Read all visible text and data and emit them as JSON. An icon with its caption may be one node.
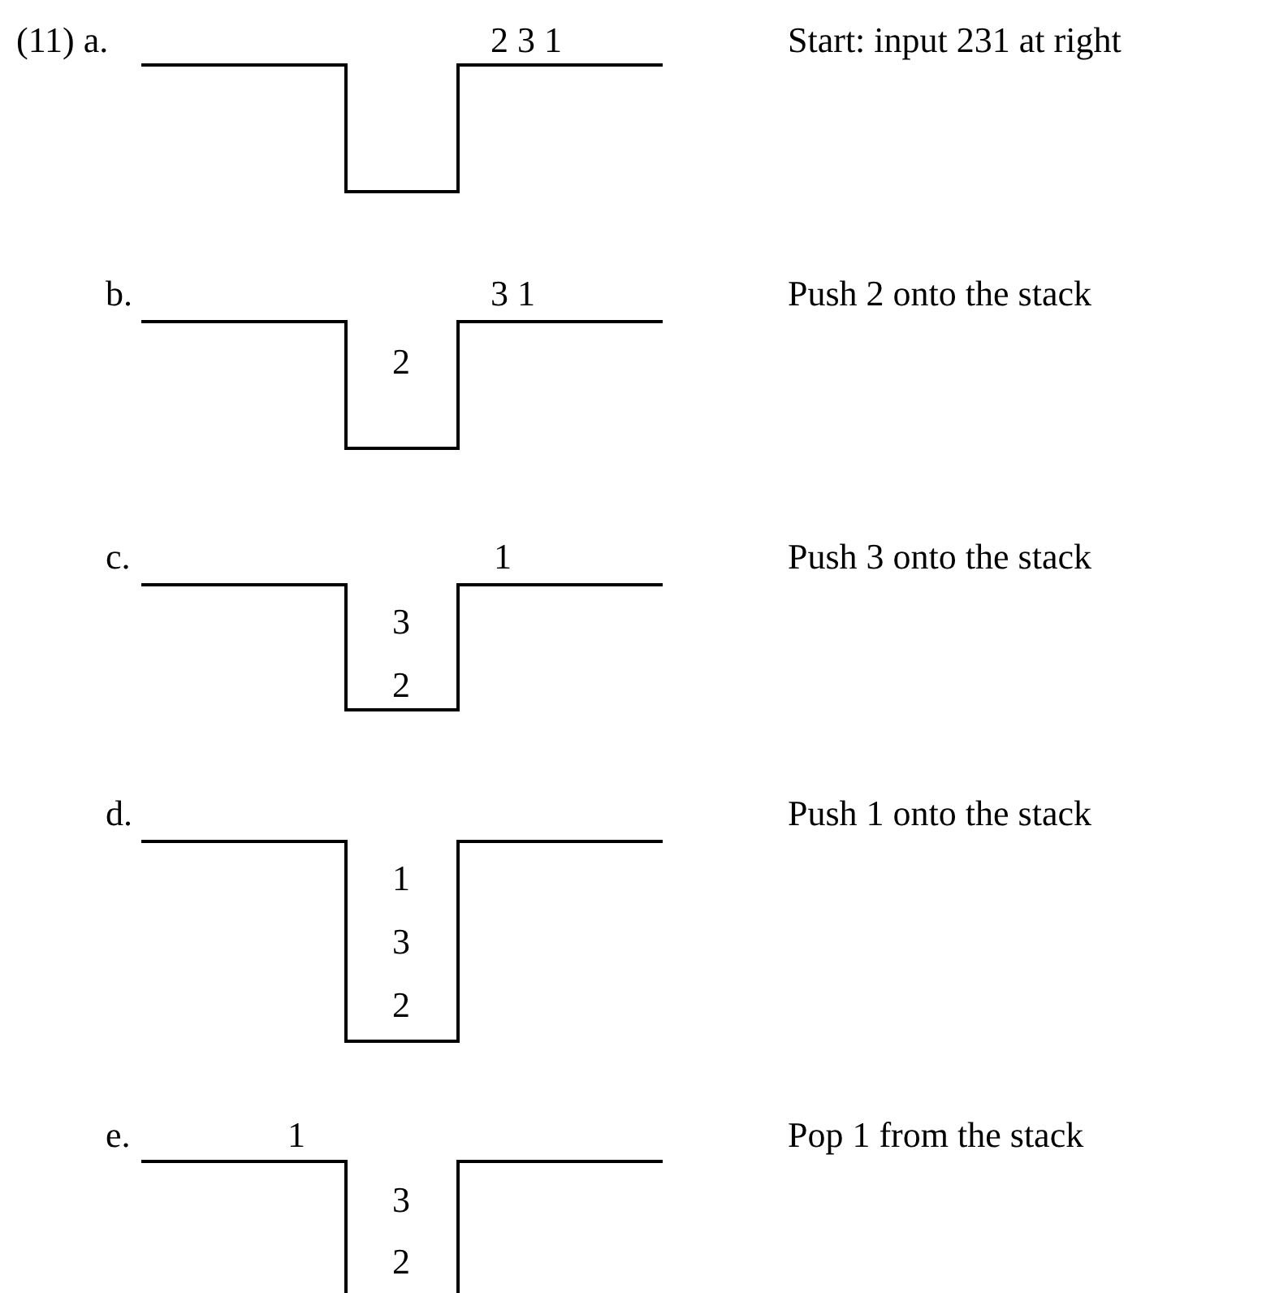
{
  "diagram": {
    "labels": [
      "(11) a.",
      "2 3 1",
      "Start: input 231 at right",
      "b.",
      "3 1",
      "Push 2 onto the stack",
      "2",
      "c.",
      "1",
      "Push 3 onto the stack",
      "3",
      "2",
      "d.",
      "Push 1 onto the stack",
      "1",
      "3",
      "2",
      "e.",
      "1",
      "Pop 1 from the stack",
      "3",
      "2"
    ]
  }
}
